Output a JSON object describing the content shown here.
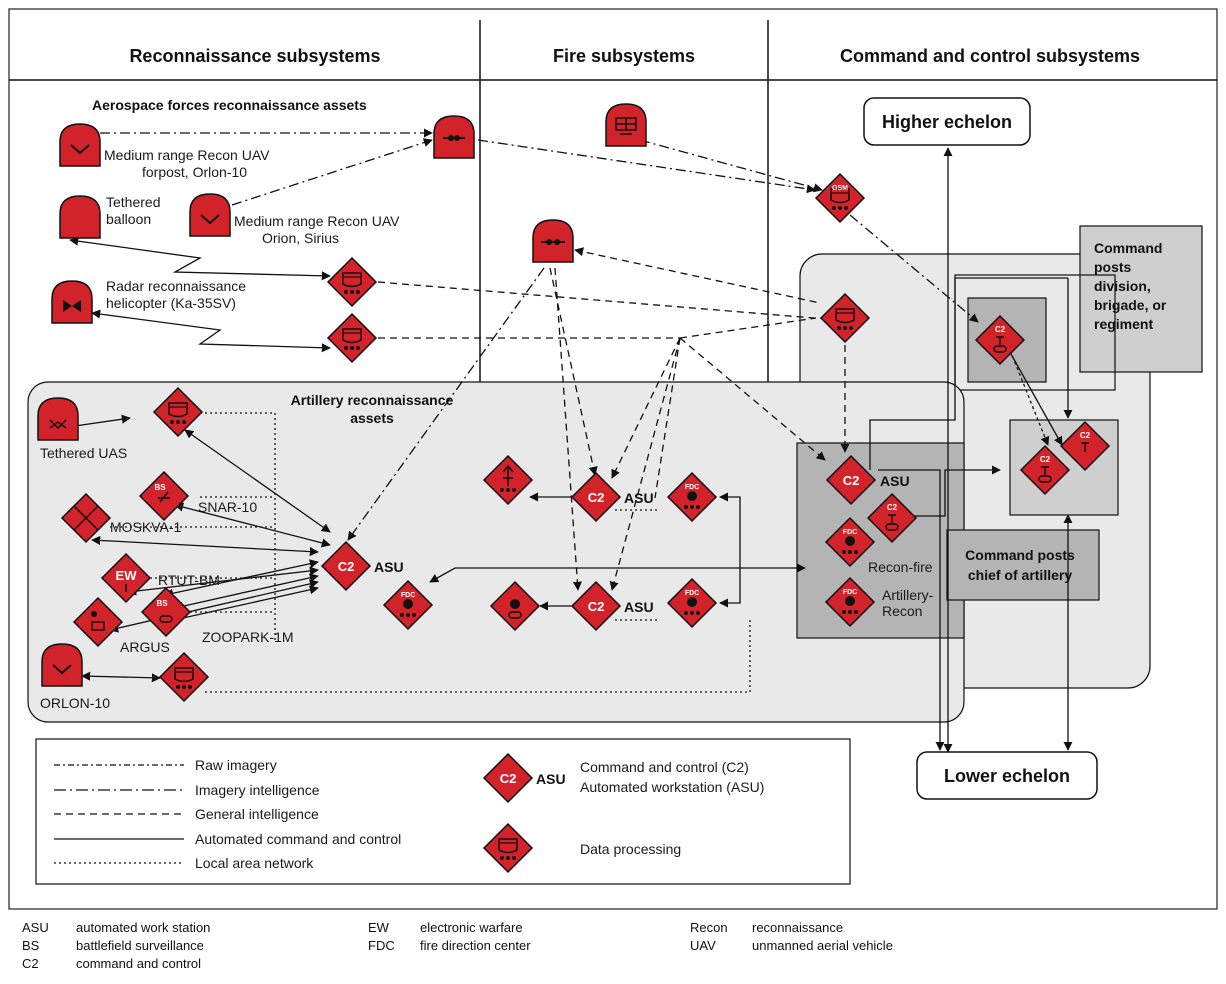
{
  "columns": {
    "recon": "Reconnaissance subsystems",
    "fire": "Fire subsystems",
    "c2": "Command and control subsystems"
  },
  "labels": {
    "aerospace": "Aerospace forces reconnaissance assets",
    "uav_medium_1": "Medium range Recon UAV",
    "uav_medium_1b": "forpost, Orlon-10",
    "balloon_1": "Tethered",
    "balloon_2": "balloon",
    "uav_medium_2": "Medium range Recon UAV",
    "uav_medium_2b": "Orion, Sirius",
    "heli_1": "Radar reconnaissance",
    "heli_2": "helicopter (Ka-35SV)",
    "art_recon_1": "Artillery reconnaissance",
    "art_recon_2": "assets",
    "tethered_uas": "Tethered UAS",
    "snar": "SNAR-10",
    "moskva": "MOSKVA-1",
    "rtut": "RTUT-BM",
    "argus": "ARGUS",
    "zoopark": "ZOOPARK-1M",
    "orlon": "ORLON-10",
    "higher": "Higher echelon",
    "lower": "Lower echelon",
    "cp_div_1": "Command",
    "cp_div_2": "posts",
    "cp_div_3": "division,",
    "cp_div_4": "brigade, or",
    "cp_div_5": "regiment",
    "cp_art_1": "Command posts",
    "cp_art_2": "chief of artillery",
    "recon_fire": "Recon-fire",
    "art_recon_a": "Artillery-",
    "art_recon_b": "Recon",
    "asu": "ASU",
    "c2": "C2",
    "fdc": "FDC",
    "bs": "BS",
    "ew": "EW",
    "gsm": "GSM"
  },
  "legend": {
    "raw": "Raw imagery",
    "imint": "Imagery intelligence",
    "general": "General intelligence",
    "acc": "Automated command and control",
    "lan": "Local area network",
    "c2_1": "Command and control (C2)",
    "c2_2": "Automated workstation (ASU)",
    "dp": "Data processing"
  },
  "abbreviations": [
    {
      "abbr": "ASU",
      "text": "automated work station"
    },
    {
      "abbr": "BS",
      "text": "battlefield surveillance"
    },
    {
      "abbr": "C2",
      "text": "command and control"
    },
    {
      "abbr": "EW",
      "text": "electronic warfare"
    },
    {
      "abbr": "FDC",
      "text": "fire direction center"
    },
    {
      "abbr": "Recon",
      "text": "reconnaissance"
    },
    {
      "abbr": "UAV",
      "text": "unmanned aerial vehicle"
    }
  ],
  "colors": {
    "symbol_red": "#d2232a",
    "panel_light": "#e9e9e9",
    "panel_mid": "#cfcfcf",
    "panel_dark": "#b4b4b4"
  },
  "icons": [
    "uav-icon",
    "balloon-icon",
    "helicopter-icon",
    "data-processing-icon",
    "c2-asu-icon",
    "fdc-icon",
    "satellite-icon",
    "radar-icon",
    "ew-icon"
  ]
}
